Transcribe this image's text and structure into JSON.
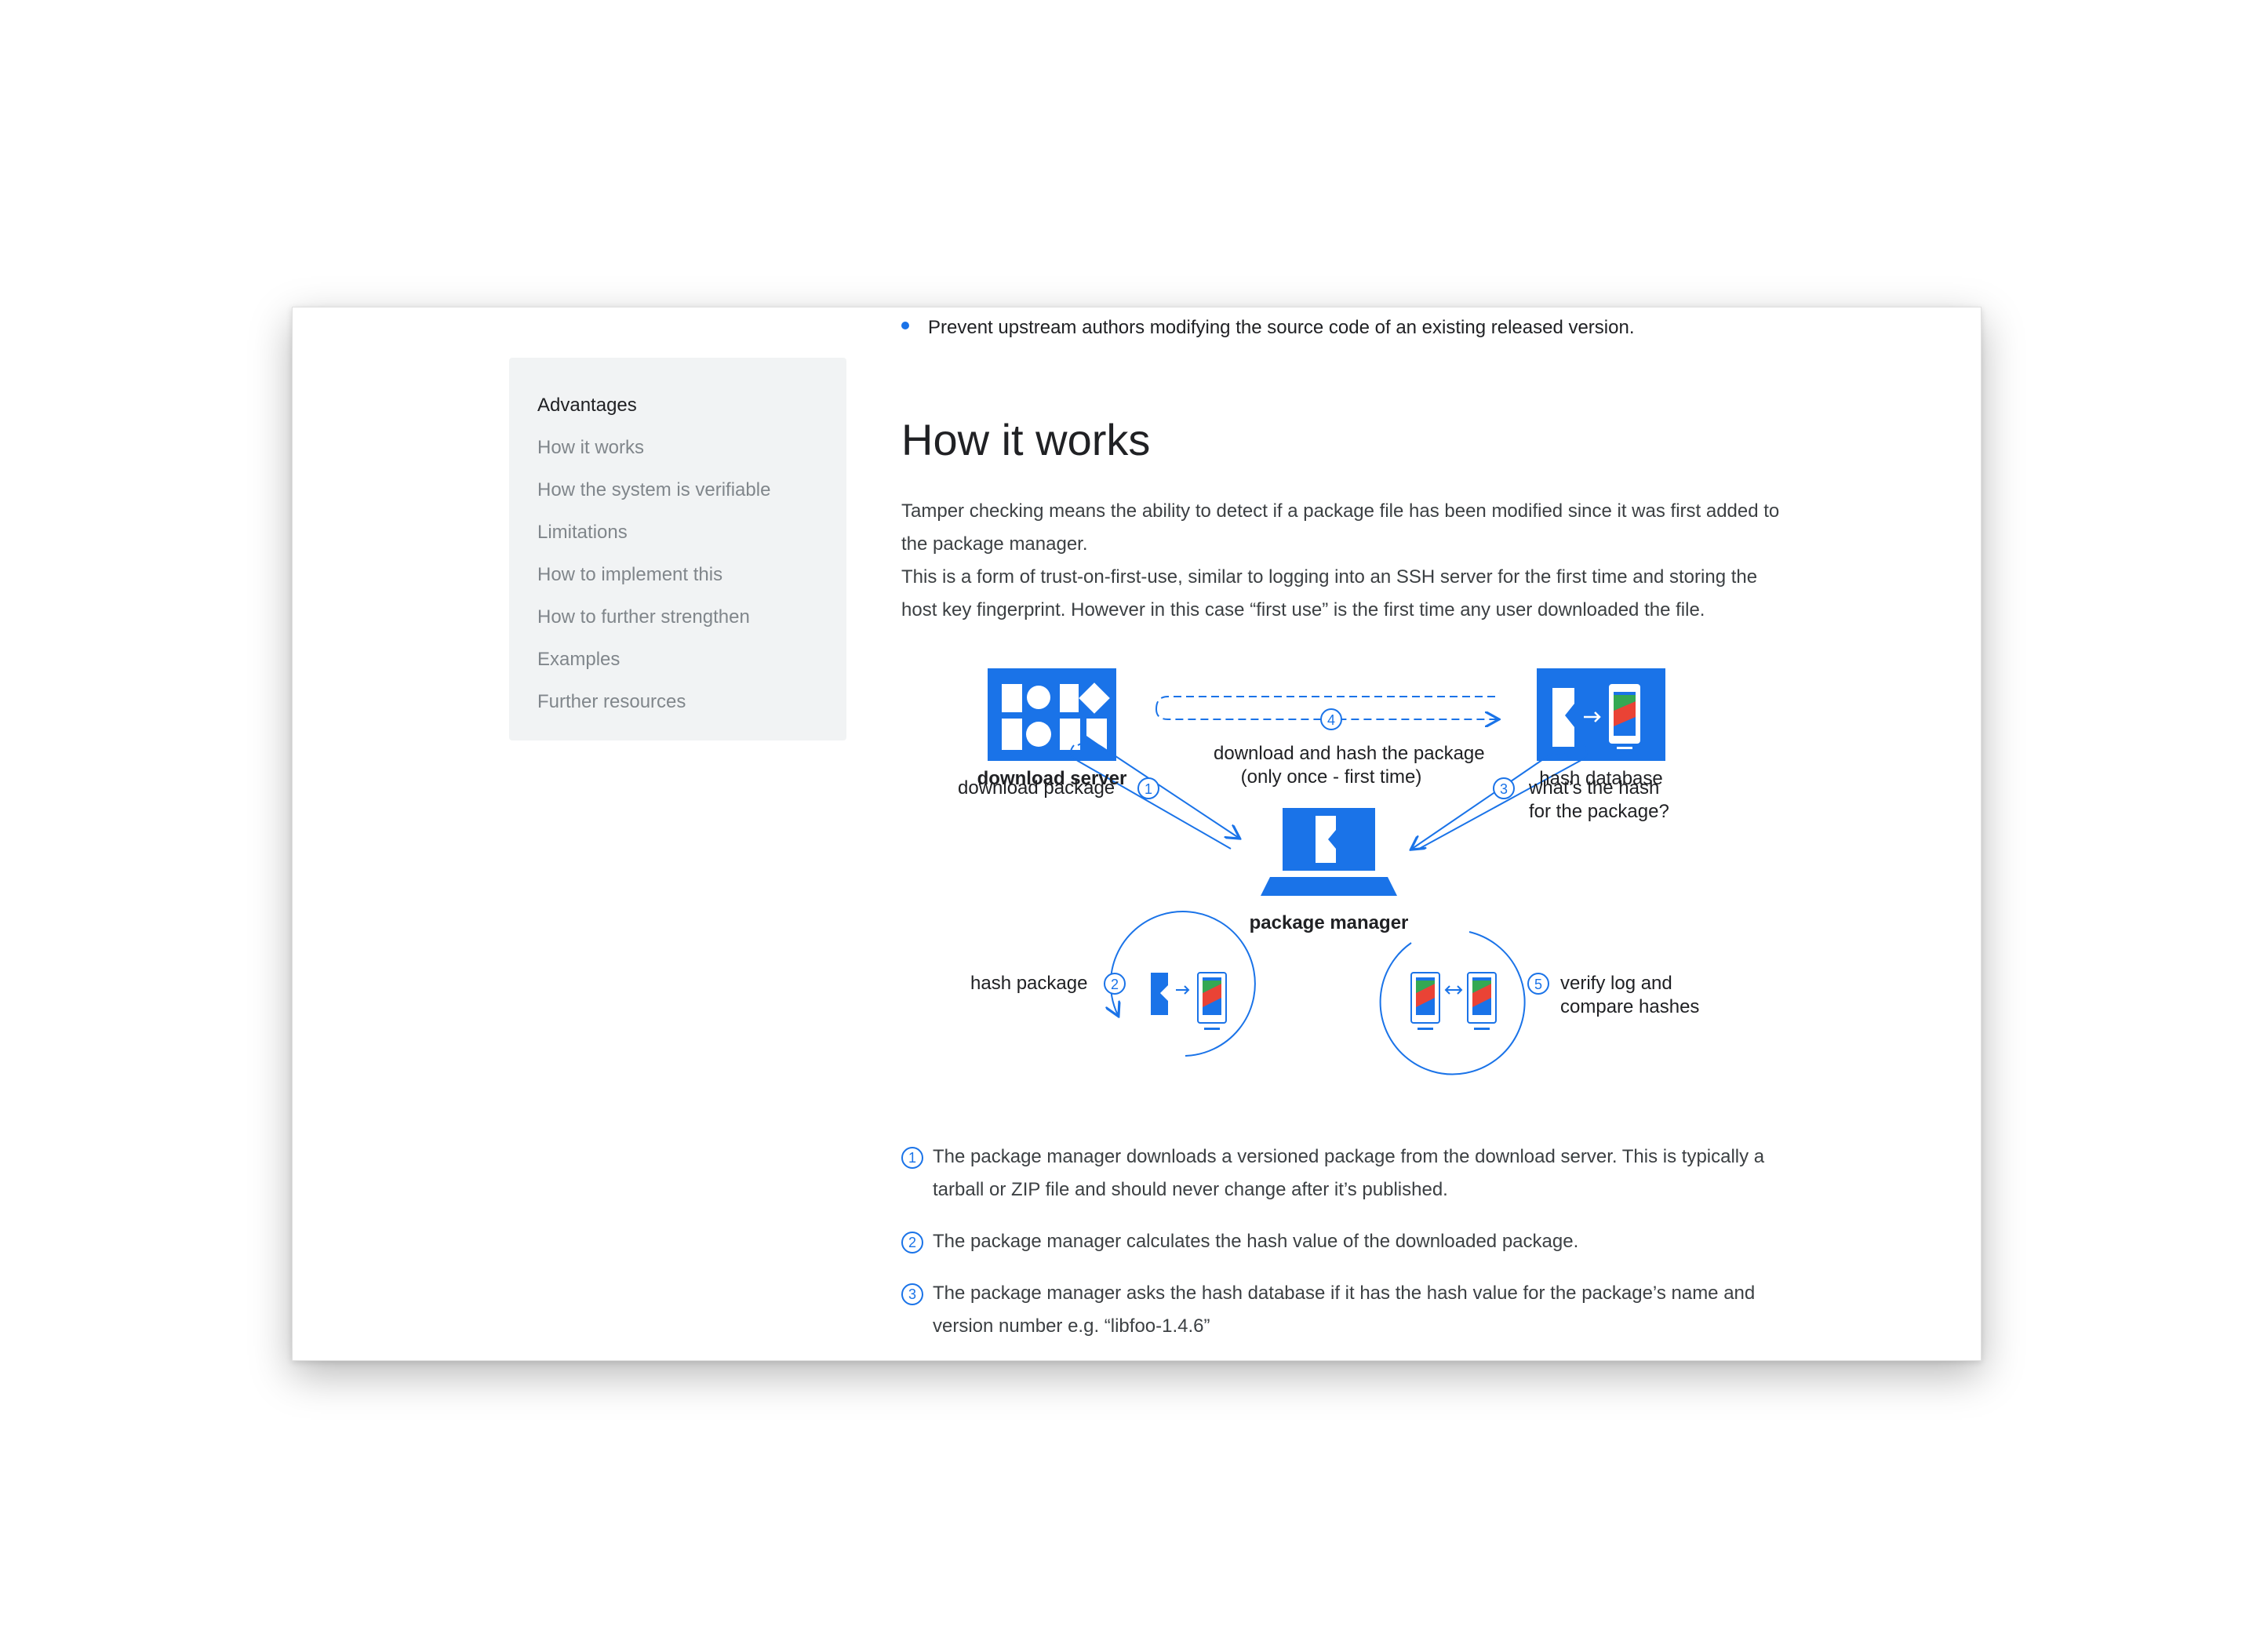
{
  "colors": {
    "accent": "#1a73e8",
    "sidebar_bg": "#f1f3f4",
    "text_muted": "#80868b",
    "text": "#202124"
  },
  "sidebar": {
    "items": [
      {
        "label": "Advantages",
        "active": true
      },
      {
        "label": "How it works",
        "active": false
      },
      {
        "label": "How the system is verifiable",
        "active": false
      },
      {
        "label": "Limitations",
        "active": false
      },
      {
        "label": "How to implement this",
        "active": false
      },
      {
        "label": "How to further strengthen",
        "active": false
      },
      {
        "label": "Examples",
        "active": false
      },
      {
        "label": "Further resources",
        "active": false
      }
    ]
  },
  "main": {
    "bullet": "Prevent upstream authors modifying the source code of an existing released version.",
    "heading": "How it works",
    "para1": "Tamper checking means the ability to detect if a package file has been modified since it was first added to the package manager.",
    "para2": "This is a form of trust-on-first-use, similar to logging into an SSH server for the first time and storing the host key fingerprint. However in this case “first use” is the first time any user downloaded the file."
  },
  "diagram": {
    "download_server": "download server",
    "hash_database": "hash database",
    "package_manager": "package manager",
    "step4_line1": "download and hash the package",
    "step4_line2": "(only once - first time)",
    "step1": "download package",
    "step3_line1": "what’s the hash",
    "step3_line2": "for the package?",
    "step2": "hash package",
    "step5_line1": "verify log and",
    "step5_line2": "compare hashes",
    "nums": [
      "1",
      "2",
      "3",
      "4",
      "5"
    ]
  },
  "steps": [
    {
      "num": "1",
      "text": "The package manager downloads a versioned package from the download server. This is typically a tarball or ZIP file and should never change after it’s published."
    },
    {
      "num": "2",
      "text": "The package manager calculates the hash value of the downloaded package."
    },
    {
      "num": "3",
      "text": "The package manager asks the hash database if it has the hash value for the package’s name and version number e.g. “libfoo-1.4.6”"
    }
  ]
}
